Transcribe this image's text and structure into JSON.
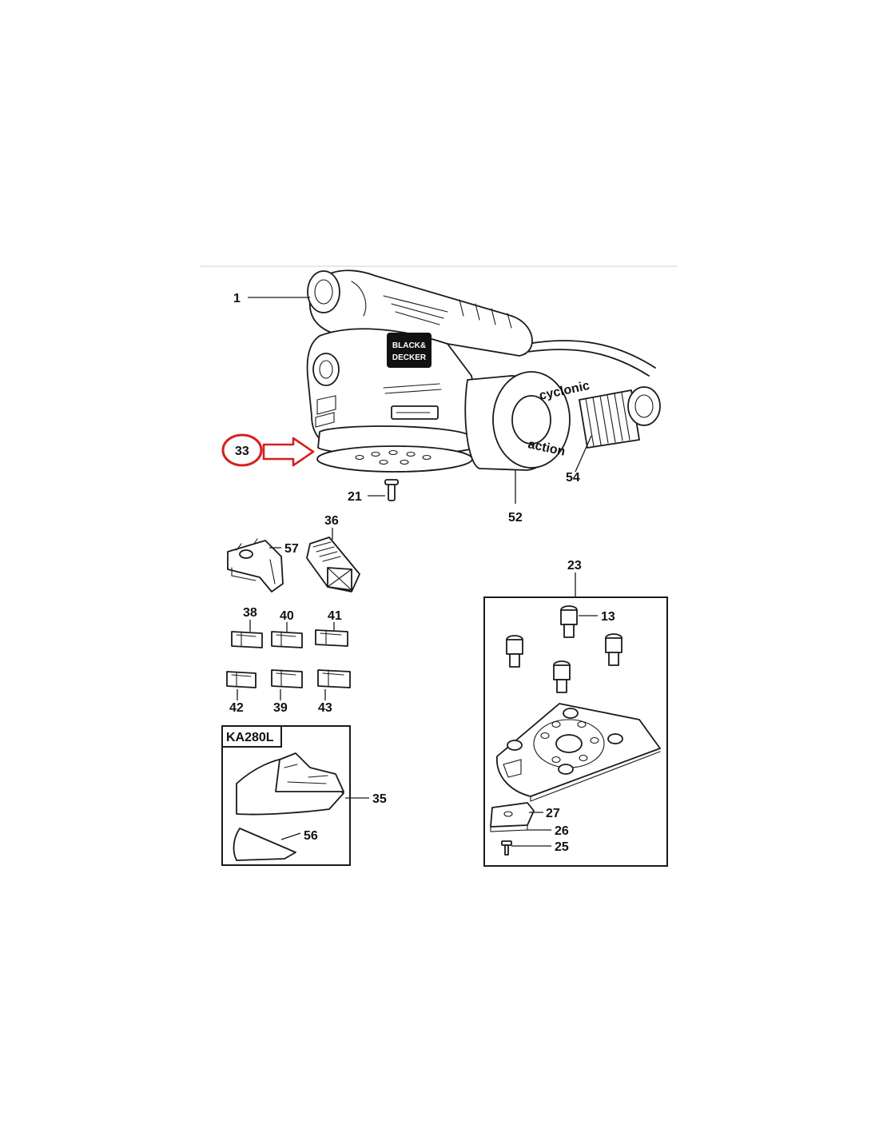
{
  "brand": {
    "line1": "BLACK&",
    "line2": "DECKER"
  },
  "cyclonic_badge": {
    "top": "cyclonic",
    "bottom": "action"
  },
  "callouts": {
    "c1": "1",
    "c33": "33",
    "c21": "21",
    "c52": "52",
    "c54": "54",
    "c36": "36",
    "c57": "57",
    "c23": "23",
    "c13": "13",
    "c38": "38",
    "c40": "40",
    "c41": "41",
    "c42": "42",
    "c39": "39",
    "c43": "43",
    "c35": "35",
    "c56": "56",
    "c27": "27",
    "c26": "26",
    "c25": "25"
  },
  "inset_title": "KA280L",
  "colors": {
    "highlight": "#d42020",
    "ink": "#1a1a1a",
    "rule": "#d9d9d9"
  }
}
